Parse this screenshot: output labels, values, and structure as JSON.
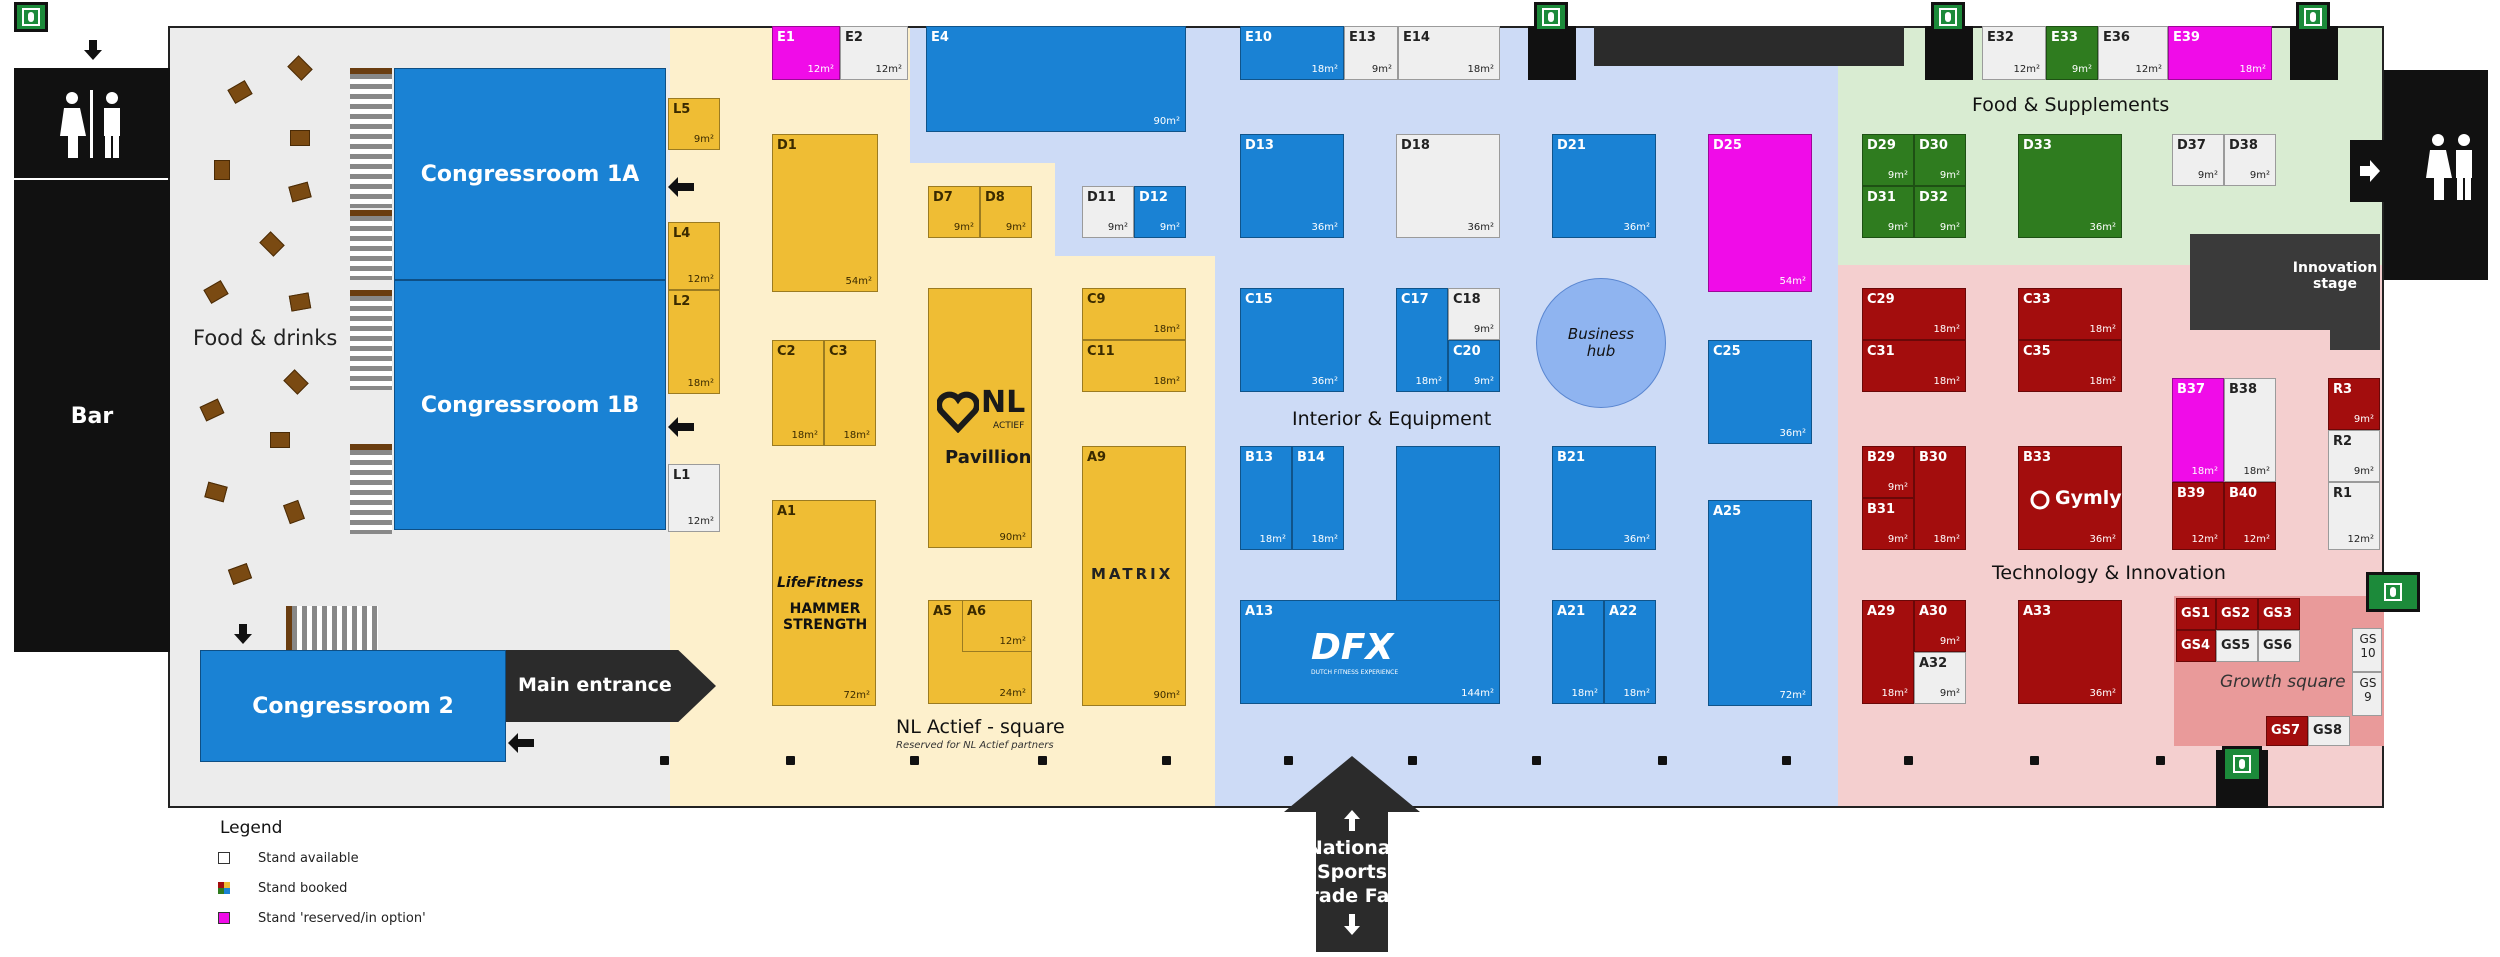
{
  "zones": {
    "food_drinks": "Food & drinks",
    "bar": "Bar",
    "interior": "Interior & Equipment",
    "food_supplements": "Food & Supplements",
    "tech_innovation": "Technology & Innovation",
    "innovation_stage": "Innovation stage",
    "growth_square": "Growth square",
    "business_hub": "Business hub",
    "nl_square": "NL Actief - square",
    "nl_square_sub": "Reserved for NL Actief partners",
    "pavillion": "Pavillion",
    "main_entrance": "Main entrance",
    "trade_fair": "National Sports Trade Fair"
  },
  "rooms": {
    "c1a": "Congressroom 1A",
    "c1b": "Congressroom 1B",
    "c2": "Congressroom 2"
  },
  "brands": {
    "nl_actief": "NL",
    "nl_actief_sub": "ACTIEF",
    "life_fitness": "LifeFitness",
    "hammer": "HAMMER STRENGTH",
    "matrix": "MATRIX",
    "dfx": "DFX",
    "dfx_sub": "DUTCH FITNESS EXPERIENCE",
    "gymly": "Gymly"
  },
  "legend": {
    "title": "Legend",
    "available": "Stand available",
    "booked": "Stand booked",
    "reserved": "Stand 'reserved/in option'"
  },
  "colors": {
    "available": "#efefef",
    "booked_yellow": "#efbd34",
    "booked_blue": "#1a82d4",
    "booked_red": "#a30d0d",
    "booked_green": "#2f7c1f",
    "reserved": "#f00ce8"
  },
  "stands": {
    "E1": {
      "id": "E1",
      "size": "12m²"
    },
    "E2": {
      "id": "E2",
      "size": "12m²"
    },
    "E4": {
      "id": "E4",
      "size": "90m²"
    },
    "E10": {
      "id": "E10",
      "size": "18m²"
    },
    "E13": {
      "id": "E13",
      "size": "9m²"
    },
    "E14": {
      "id": "E14",
      "size": "18m²"
    },
    "E32": {
      "id": "E32",
      "size": "12m²"
    },
    "E33": {
      "id": "E33",
      "size": "9m²"
    },
    "E36": {
      "id": "E36",
      "size": "12m²"
    },
    "E39": {
      "id": "E39",
      "size": "18m²"
    },
    "L5": {
      "id": "L5",
      "size": "9m²"
    },
    "L4": {
      "id": "L4",
      "size": "12m²"
    },
    "L2": {
      "id": "L2",
      "size": "18m²"
    },
    "L1": {
      "id": "L1",
      "size": "12m²"
    },
    "D1": {
      "id": "D1",
      "size": "54m²"
    },
    "D7": {
      "id": "D7",
      "size": "9m²"
    },
    "D8": {
      "id": "D8",
      "size": "9m²"
    },
    "D11": {
      "id": "D11",
      "size": "9m²"
    },
    "D12": {
      "id": "D12",
      "size": "9m²"
    },
    "D13": {
      "id": "D13",
      "size": "36m²"
    },
    "D18": {
      "id": "D18",
      "size": "36m²"
    },
    "D21": {
      "id": "D21",
      "size": "36m²"
    },
    "D25": {
      "id": "D25",
      "size": "54m²"
    },
    "D29": {
      "id": "D29",
      "size": "9m²"
    },
    "D30": {
      "id": "D30",
      "size": "9m²"
    },
    "D31": {
      "id": "D31",
      "size": "9m²"
    },
    "D32": {
      "id": "D32",
      "size": "9m²"
    },
    "D33": {
      "id": "D33",
      "size": "36m²"
    },
    "D37": {
      "id": "D37",
      "size": "9m²"
    },
    "D38": {
      "id": "D38",
      "size": "9m²"
    },
    "C2": {
      "id": "C2",
      "size": "18m²"
    },
    "C3": {
      "id": "C3",
      "size": "18m²"
    },
    "C9": {
      "id": "C9",
      "size": "18m²"
    },
    "C11": {
      "id": "C11",
      "size": "18m²"
    },
    "C15": {
      "id": "C15",
      "size": "36m²"
    },
    "C17": {
      "id": "C17",
      "size": "18m²"
    },
    "C18": {
      "id": "C18",
      "size": "9m²"
    },
    "C20": {
      "id": "C20",
      "size": "9m²"
    },
    "C25": {
      "id": "C25",
      "size": "36m²"
    },
    "C29": {
      "id": "C29",
      "size": "18m²"
    },
    "C31": {
      "id": "C31",
      "size": "18m²"
    },
    "C33": {
      "id": "C33",
      "size": "18m²"
    },
    "C35": {
      "id": "C35",
      "size": "18m²"
    },
    "PAV": {
      "id": "",
      "size": "90m²"
    },
    "A1": {
      "id": "A1",
      "size": "72m²"
    },
    "A5": {
      "id": "A5",
      "size": ""
    },
    "A6": {
      "id": "A6",
      "size": "12m²"
    },
    "A56": {
      "id": "",
      "size": "24m²"
    },
    "A9": {
      "id": "A9",
      "size": "90m²"
    },
    "A13": {
      "id": "A13",
      "size": "144m²"
    },
    "A21": {
      "id": "A21",
      "size": "18m²"
    },
    "A22": {
      "id": "A22",
      "size": "18m²"
    },
    "A25": {
      "id": "A25",
      "size": "72m²"
    },
    "A29": {
      "id": "A29",
      "size": "18m²"
    },
    "A30": {
      "id": "A30",
      "size": "9m²"
    },
    "A32": {
      "id": "A32",
      "size": "9m²"
    },
    "A33": {
      "id": "A33",
      "size": "36m²"
    },
    "B13": {
      "id": "B13",
      "size": "18m²"
    },
    "B14": {
      "id": "B14",
      "size": "18m²"
    },
    "B21": {
      "id": "B21",
      "size": "36m²"
    },
    "B29": {
      "id": "B29",
      "size": "9m²"
    },
    "B30": {
      "id": "B30",
      "size": "18m²"
    },
    "B31": {
      "id": "B31",
      "size": "9m²"
    },
    "B33": {
      "id": "B33",
      "size": "36m²"
    },
    "B37": {
      "id": "B37",
      "size": "18m²"
    },
    "B38": {
      "id": "B38",
      "size": "18m²"
    },
    "B39": {
      "id": "B39",
      "size": "12m²"
    },
    "B40": {
      "id": "B40",
      "size": "12m²"
    },
    "R3": {
      "id": "R3",
      "size": "9m²"
    },
    "R2": {
      "id": "R2",
      "size": "9m²"
    },
    "R1": {
      "id": "R1",
      "size": "12m²"
    },
    "GS1": {
      "id": "GS1",
      "size": ""
    },
    "GS2": {
      "id": "GS2",
      "size": ""
    },
    "GS3": {
      "id": "GS3",
      "size": ""
    },
    "GS4": {
      "id": "GS4",
      "size": ""
    },
    "GS5": {
      "id": "GS5",
      "size": ""
    },
    "GS6": {
      "id": "GS6",
      "size": ""
    },
    "GS7": {
      "id": "GS7",
      "size": ""
    },
    "GS8": {
      "id": "GS8",
      "size": ""
    },
    "GS9": {
      "id": "GS 9",
      "size": ""
    },
    "GS10": {
      "id": "GS 10",
      "size": ""
    }
  }
}
